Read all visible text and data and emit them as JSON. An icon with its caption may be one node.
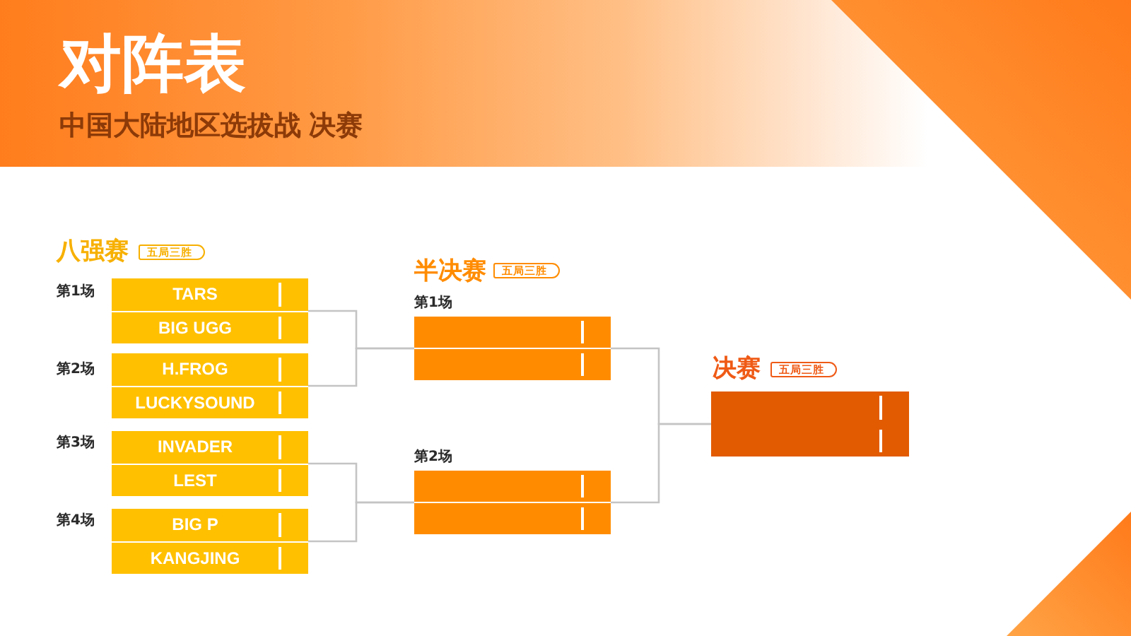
{
  "diagram": {
    "title": "对阵表",
    "nodes": [
      {
        "text": [
          "五局三胜"
        ]
      },
      {
        "text": [
          "第1场"
        ]
      },
      {
        "text": [
          "TARS"
        ],
        "in": 1
      },
      {
        "text": [
          "BIG UGG"
        ],
        "in": 1
      },
      {
        "text": [
          "第2场"
        ]
      },
      {
        "text": [
          "H.FROG"
        ],
        "in": 4
      },
      {
        "text": [
          "LUCKYSOUND"
        ],
        "in": 4
      },
      {
        "text": [
          "第3场"
        ]
      },
      {
        "text": [
          "INVADER"
        ],
        "in": 7
      },
      {
        "text": [
          "LEST"
        ],
        "in": 7
      },
      {
        "text": [
          "第4场"
        ]
      },
      {
        "text": [
          "BIG P"
        ],
        "in": 10
      },
      {
        "text": [
          "KANGJING"
        ],
        "in": 10
      },
      {
        "text": [
          "五局三胜"
        ]
      },
      {
        "text": [
          "第1场"
        ]
      },
      {
        "text": [],
        "shape": "bar",
        "in": 14
      },
      {
        "text": [],
        "shape": "bar",
        "in": 14
      },
      {
        "text": [
          "第2场"
        ]
      },
      {
        "text": [],
        "shape": "bar",
        "in": 17
      },
      {
        "text": [],
        "shape": "bar",
        "in": 17
      },
      {
        "text": [
          "五局三胜"
        ]
      },
      {
        "text": [],
        "shape": "box"
      },
      {
        "text": [],
        "shape": "bar",
        "in": 21
      },
      {
        "text": [],
        "shape": "bar",
        "in": 21
      }
    ],
    "edges": [
      {
        "from": 1,
        "to": 14,
        "arrow": "none"
      },
      {
        "from": 4,
        "to": 14,
        "arrow": "none"
      },
      {
        "from": 7,
        "to": 17,
        "arrow": "none"
      },
      {
        "from": 10,
        "to": 17,
        "arrow": "none"
      },
      {
        "from": 14,
        "to": 21,
        "arrow": "none"
      },
      {
        "from": 17,
        "to": 21,
        "arrow": "none"
      }
    ],
    "labels": [
      "中国大陆地区选拔战 决赛",
      "八强赛",
      "半决赛",
      "决赛"
    ]
  }
}
